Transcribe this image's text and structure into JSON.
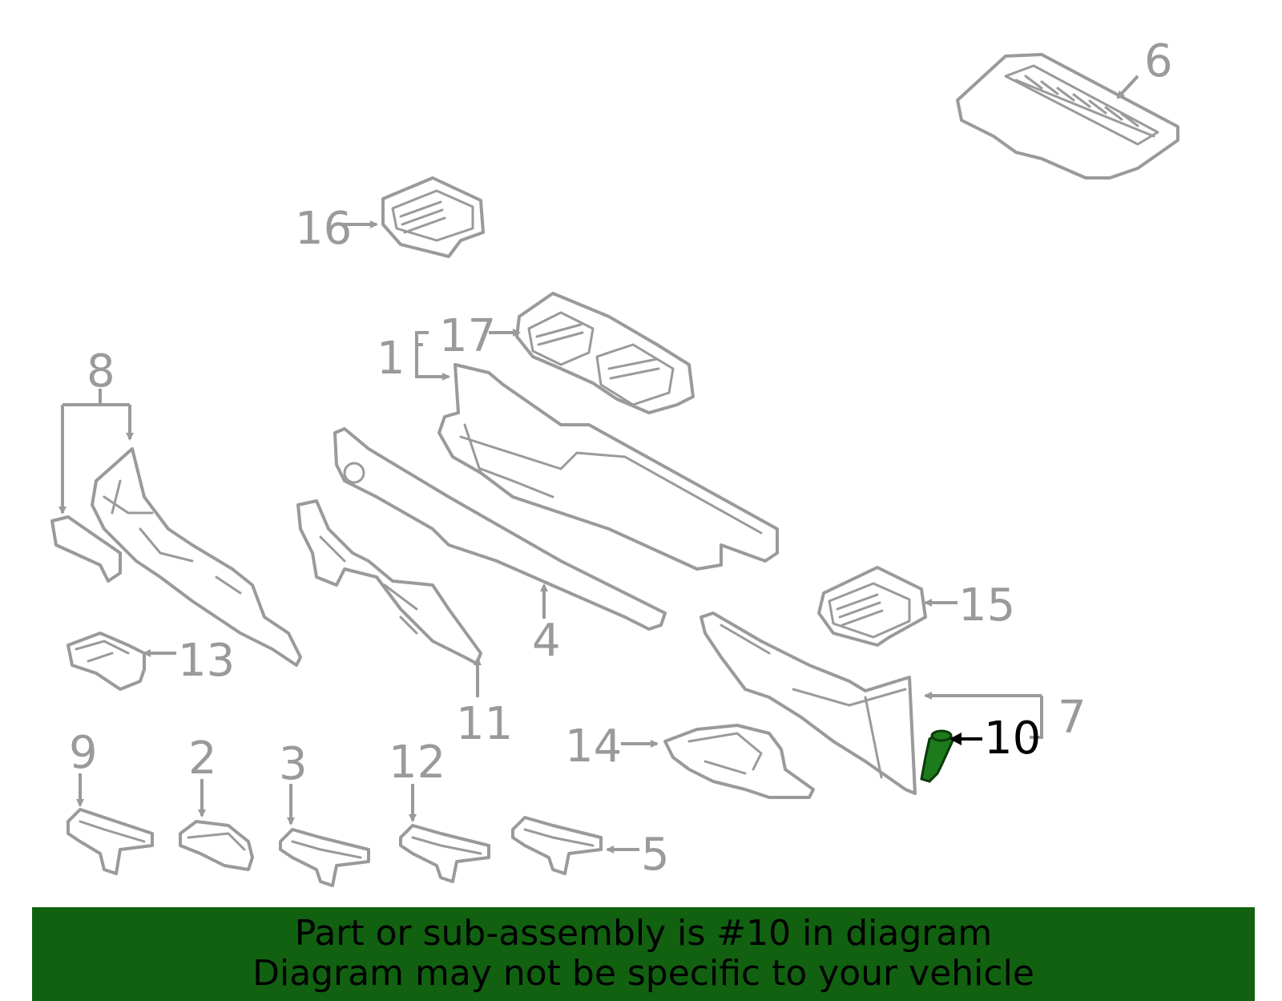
{
  "callouts": {
    "c1": "1",
    "c2": "2",
    "c3": "3",
    "c4": "4",
    "c5": "5",
    "c6": "6",
    "c7": "7",
    "c8": "8",
    "c9": "9",
    "c10": "10",
    "c11": "11",
    "c12": "12",
    "c13": "13",
    "c14": "14",
    "c15": "15",
    "c16": "16",
    "c17": "17"
  },
  "highlight": {
    "part": "10",
    "color": "#1d7a1d"
  },
  "banner": {
    "line1": "Part or sub-assembly is #10 in diagram",
    "line2": "Diagram may not be specific to your vehicle",
    "background": "#116111"
  }
}
